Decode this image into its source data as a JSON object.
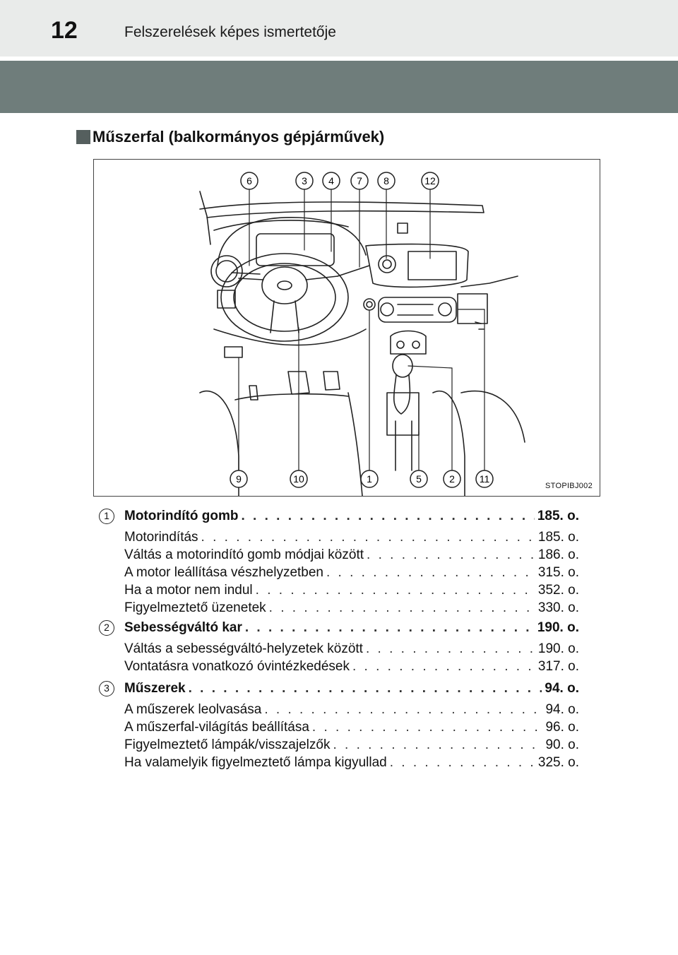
{
  "header": {
    "page_number": "12",
    "running_title": "Felszerelések képes ismertetője"
  },
  "section": {
    "title": "Műszerfal (balkormányos gépjárművek)"
  },
  "figure": {
    "code": "STOPIBJ002",
    "callouts_top": [
      "6",
      "3",
      "4",
      "7",
      "8",
      "12"
    ],
    "callouts_bottom": [
      "9",
      "10",
      "1",
      "5",
      "2",
      "11"
    ]
  },
  "entries": [
    {
      "num": "1",
      "title": "Motorindító gomb",
      "page": "185. o.",
      "items": [
        {
          "label": "Motorindítás",
          "page": "185. o."
        },
        {
          "label": "Váltás a motorindító gomb módjai között",
          "page": "186. o."
        },
        {
          "label": "A motor leállítása vészhelyzetben",
          "page": "315. o."
        },
        {
          "label": "Ha a motor nem indul",
          "page": "352. o."
        },
        {
          "label": "Figyelmeztető üzenetek",
          "page": "330. o."
        }
      ]
    },
    {
      "num": "2",
      "title": "Sebességváltó kar",
      "page": "190. o.",
      "items": [
        {
          "label": "Váltás a sebességváltó-helyzetek között",
          "page": "190. o."
        },
        {
          "label": "Vontatásra vonatkozó óvintézkedések",
          "page": "317. o."
        }
      ]
    },
    {
      "num": "3",
      "title": "Műszerek",
      "page": "94. o.",
      "items": [
        {
          "label": "A műszerek leolvasása",
          "page": "94. o."
        },
        {
          "label": "A műszerfal-világítás beállítása",
          "page": "96. o."
        },
        {
          "label": "Figyelmeztető lámpák/visszajelzők",
          "page": "90. o."
        },
        {
          "label": "Ha valamelyik figyelmeztető lámpa kigyullad",
          "page": "325. o."
        }
      ]
    }
  ]
}
